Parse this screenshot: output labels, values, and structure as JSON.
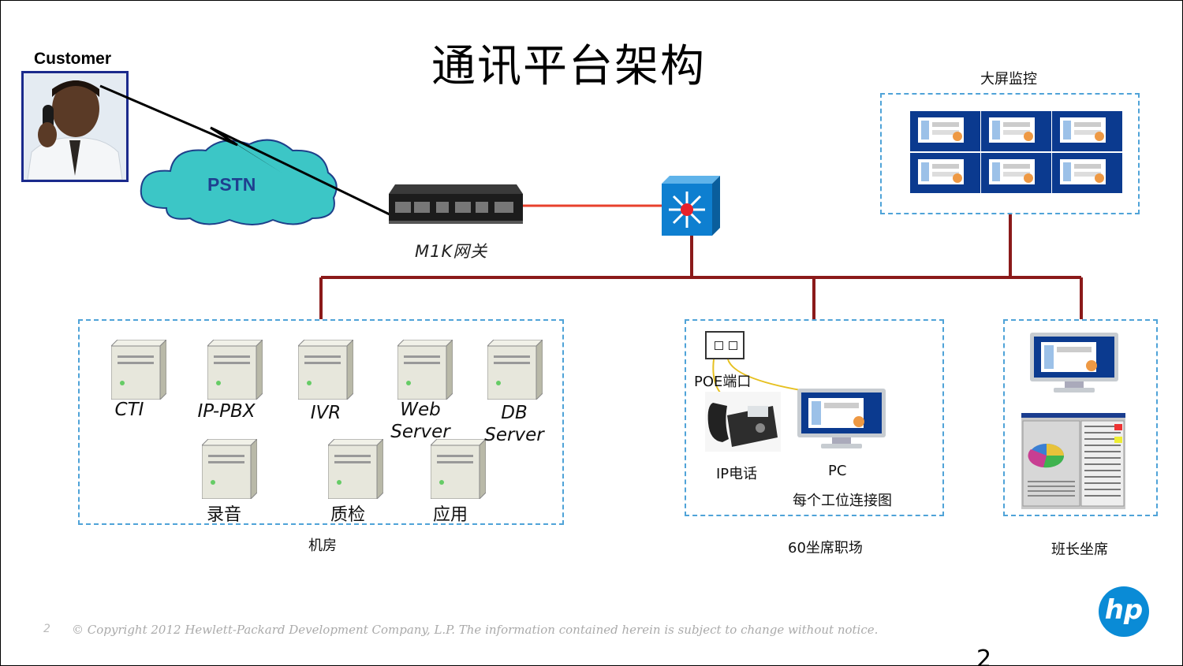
{
  "title": "通讯平台架构",
  "customer": {
    "label": "Customer"
  },
  "pstn": {
    "label": "PSTN"
  },
  "gateway": {
    "label": "M1K网关"
  },
  "big_screen": {
    "label": "大屏监控"
  },
  "machine_room": {
    "label": "机房",
    "servers": [
      "CTI",
      "IP-PBX",
      "IVR",
      "Web Server",
      "DB Server",
      "录音",
      "质检",
      "应用"
    ]
  },
  "seats": {
    "label": "60坐席职场",
    "poe_label": "POE端口",
    "phone_label": "IP电话",
    "pc_label": "PC",
    "caption": "每个工位连接图"
  },
  "supervisor": {
    "label": "班长坐席"
  },
  "footer": {
    "page_number": "2",
    "copyright": "© Copyright 2012 Hewlett-Packard Development Company, L.P.  The information contained herein is subject to change without notice.",
    "trailing_digit": "2"
  },
  "logo": {
    "text": "hp"
  },
  "colors": {
    "cable": "#8b1a1a",
    "gateway_link": "#e8412c",
    "dashed_border": "#4fa3d8",
    "cloud": "#3cc6c6",
    "switch": "#0e7fd0"
  }
}
